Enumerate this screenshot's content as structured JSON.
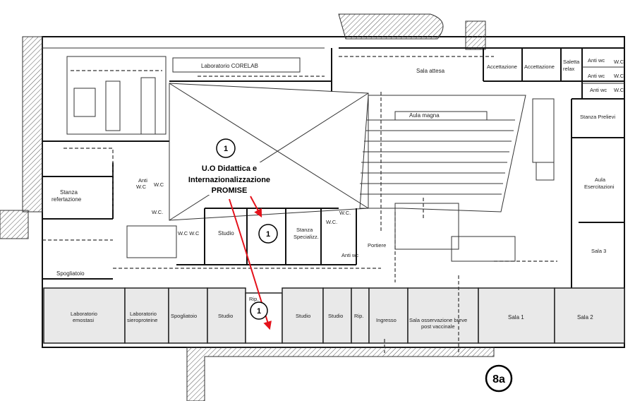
{
  "badge": "8a",
  "callout": {
    "line1": "U.O Didattica e",
    "line2": "Internazionalizzazione",
    "line3": "PROMISE"
  },
  "markers": [
    "1",
    "1",
    "1"
  ],
  "rooms": {
    "lab_corelab": "Laboratorio CORELAB",
    "sala_attesa": "Sala attesa",
    "accettazione_1": "Accettazione",
    "accettazione_2": "Accettazione",
    "saletta_relax_1": "Saletta",
    "saletta_relax_2": "relax",
    "anti_wc_1": "Anti wc",
    "anti_wc_2": "Anti wc",
    "anti_wc_3": "Anti wc",
    "wc_1": "W.C",
    "wc_2": "W.C",
    "wc_3": "W.C",
    "aula_magna": "Aula magna",
    "stanza_prelievi": "Stanza Prelievi",
    "aula_esercitazioni_1": "Aula",
    "aula_esercitazioni_2": "Esercitazioni",
    "stanza_refertazione_1": "Stanza",
    "stanza_refertazione_2": "refertazione",
    "anti_wc_left_1": "Anti",
    "anti_wc_left_2": "W.C",
    "wc_left_a": "W.C",
    "wc_left_b": "W.C.",
    "wc_pair": "W.C W.C",
    "studio_top": "Studio",
    "stanza_specializz_1": "Stanza",
    "stanza_specializz_2": "Specializz.",
    "wc_mid_1": "W.C.",
    "wc_mid_2": "W.C.",
    "portiere": "Portiere",
    "anti_wc_mid": "Anti wc",
    "sala_3": "Sala 3",
    "spogliatoio_top": "Spogliatoio",
    "lab_emostasi_1": "Laboratorio",
    "lab_emostasi_2": "emostasi",
    "lab_sieroproteine_1": "Laboratorio",
    "lab_sieroproteine_2": "sieroproteine",
    "spogliatoio_bottom": "Spogliatoio",
    "studio_b1": "Studio",
    "rip_1": "Rip.",
    "studio_b2": "Studio",
    "studio_b3": "Studio",
    "rip_2": "Rip.",
    "ingresso": "Ingresso",
    "sala_osservazione_1": "Sala osservazione breve",
    "sala_osservazione_2": "post vaccinale",
    "sala_1": "Sala 1",
    "sala_2": "Sala  2"
  }
}
